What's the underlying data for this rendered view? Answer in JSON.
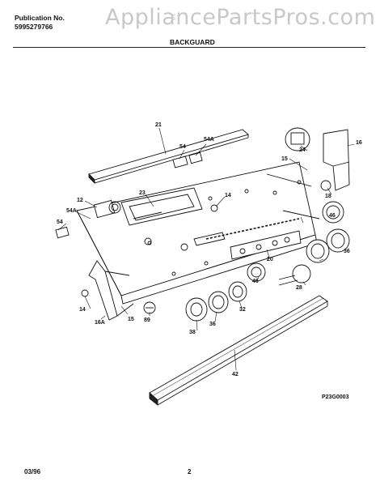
{
  "header": {
    "publication_label": "Publication No.",
    "publication_number": "5995279766",
    "model_partial": "E",
    "section_title": "BACKGUARD"
  },
  "watermark": "AppliancePartsPros.com",
  "diagram": {
    "code": "P23G0003",
    "callouts": [
      "21",
      "54",
      "54A",
      "23",
      "14",
      "12",
      "54A",
      "54",
      "16",
      "15",
      "24",
      "18",
      "46",
      "20",
      "36",
      "46",
      "28",
      "89",
      "38",
      "36",
      "32",
      "14",
      "15",
      "16A",
      "42"
    ]
  },
  "footer": {
    "date": "03/96",
    "page": "2"
  }
}
